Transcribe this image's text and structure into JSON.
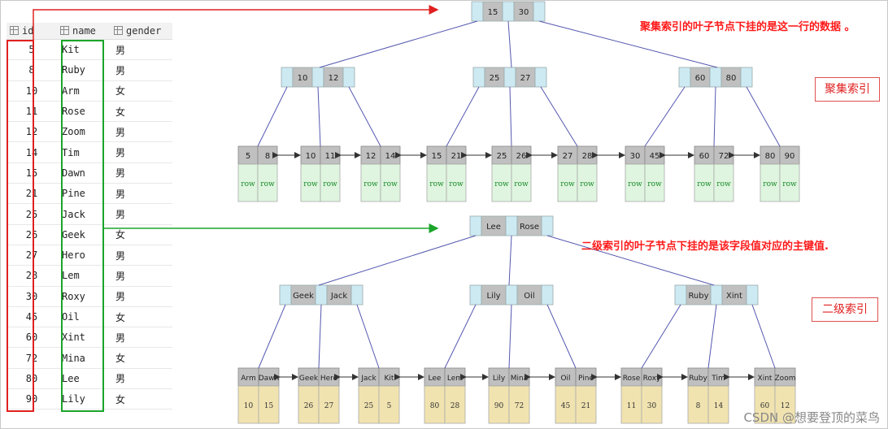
{
  "table": {
    "headers": [
      "id",
      "name",
      "gender"
    ],
    "rows": [
      [
        "5",
        "Kit",
        "男"
      ],
      [
        "8",
        "Ruby",
        "男"
      ],
      [
        "10",
        "Arm",
        "女"
      ],
      [
        "11",
        "Rose",
        "女"
      ],
      [
        "12",
        "Zoom",
        "男"
      ],
      [
        "14",
        "Tim",
        "男"
      ],
      [
        "15",
        "Dawn",
        "男"
      ],
      [
        "21",
        "Pine",
        "男"
      ],
      [
        "25",
        "Jack",
        "男"
      ],
      [
        "26",
        "Geek",
        "女"
      ],
      [
        "27",
        "Hero",
        "男"
      ],
      [
        "28",
        "Lem",
        "男"
      ],
      [
        "30",
        "Roxy",
        "男"
      ],
      [
        "45",
        "Oil",
        "女"
      ],
      [
        "60",
        "Xint",
        "男"
      ],
      [
        "72",
        "Mina",
        "女"
      ],
      [
        "80",
        "Lee",
        "男"
      ],
      [
        "90",
        "Lily",
        "女"
      ]
    ]
  },
  "clustered": {
    "label": "聚集索引",
    "note": "聚集索引的叶子节点下挂的是这一行的数据 。",
    "root": [
      "15",
      "30"
    ],
    "internal": [
      [
        "10",
        "12"
      ],
      [
        "25",
        "27"
      ],
      [
        "60",
        "80"
      ]
    ],
    "leaves": [
      [
        "5",
        "8"
      ],
      [
        "10",
        "11"
      ],
      [
        "12",
        "14"
      ],
      [
        "15",
        "21"
      ],
      [
        "25",
        "26"
      ],
      [
        "27",
        "28"
      ],
      [
        "30",
        "45"
      ],
      [
        "60",
        "72"
      ],
      [
        "80",
        "90"
      ]
    ],
    "row_label": "row"
  },
  "secondary": {
    "label": "二级索引",
    "note": "二级索引的叶子节点下挂的是该字段值对应的主键值.",
    "root": [
      "Lee",
      "Rose"
    ],
    "internal": [
      [
        "Geek",
        "Jack"
      ],
      [
        "Lily",
        "Oil"
      ],
      [
        "Ruby",
        "Xint"
      ]
    ],
    "leaves": [
      [
        "Arm",
        "Dawn"
      ],
      [
        "Geek",
        "Hero"
      ],
      [
        "Jack",
        "Kit"
      ],
      [
        "Lee",
        "Lem"
      ],
      [
        "Lily",
        "Mina"
      ],
      [
        "Oil",
        "Pine"
      ],
      [
        "Rose",
        "Roxy"
      ],
      [
        "Ruby",
        "Tim"
      ],
      [
        "Xint",
        "Zoom"
      ]
    ],
    "leaf_values": [
      [
        "10",
        "15"
      ],
      [
        "26",
        "27"
      ],
      [
        "25",
        "5"
      ],
      [
        "80",
        "28"
      ],
      [
        "90",
        "72"
      ],
      [
        "45",
        "21"
      ],
      [
        "11",
        "30"
      ],
      [
        "8",
        "14"
      ],
      [
        "60",
        "12"
      ]
    ]
  },
  "watermark": "CSDN @想要登顶的菜鸟",
  "colors": {
    "red": "#e02020",
    "green": "#1aa52a",
    "key_gray": "#c0c0c0",
    "ptr_blue": "#cdeaf3",
    "row_green": "#dff5df",
    "val_tan": "#f1e3b0",
    "line": "#5558b0"
  }
}
